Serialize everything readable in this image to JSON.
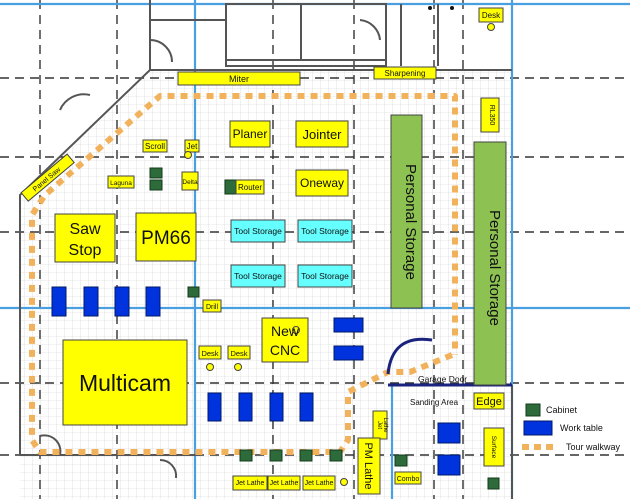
{
  "colors": {
    "equipment": "#ffff00",
    "personal_storage": "#8dc152",
    "tool_storage": "#66ffff",
    "work_table": "#0033dd",
    "cabinet": "#2d6b3a",
    "walkway": "#f2b25c",
    "column_line": "#4a9fe0",
    "wall": "#555555"
  },
  "equipment": {
    "desk_top": "Desk",
    "miter": "Miter",
    "sharpening": "Sharpening",
    "rl350": "RL350",
    "panel_saw": "Panel Saw",
    "scroll": "Scroll",
    "jet": "Jet",
    "laguna": "Laguna",
    "delta": "Delta",
    "router": "Router",
    "planer": "Planer",
    "jointer": "Jointer",
    "oneway": "Oneway",
    "saw_stop": [
      "Saw",
      "Stop"
    ],
    "pm66": "PM66",
    "drill": "Drill",
    "multicam": "Multicam",
    "desk_1": "Desk",
    "desk_2": "Desk",
    "new_cnc": [
      "New",
      "CNC"
    ],
    "jet_lathe_small": [
      "Jet",
      "Lathe"
    ],
    "pm_lathe": "PM Lathe",
    "edge": "Edge",
    "surface": "Surface",
    "combo": "Combo",
    "jet_lathe_1": "Jet Lathe",
    "jet_lathe_2": "Jet Lathe",
    "jet_lathe_3": "Jet Lathe"
  },
  "storage": {
    "personal_1": "Personal Storage",
    "personal_2": "Personal Storage",
    "tool": [
      "Tool Storage",
      "Tool Storage",
      "Tool Storage",
      "Tool Storage"
    ]
  },
  "areas": {
    "garage_door": "Garage Door",
    "sanding_area": "Sanding Area"
  },
  "legend": {
    "cabinet": "Cabinet",
    "work_table": "Work table",
    "tour_walkway": "Tour walkway"
  }
}
